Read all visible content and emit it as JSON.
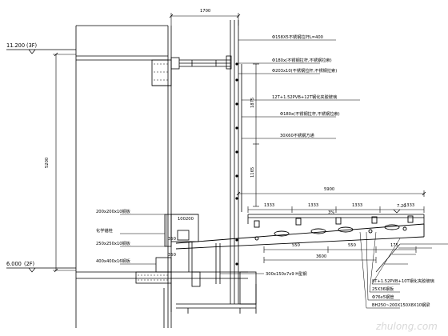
{
  "levels": {
    "upper": {
      "elevation": "11.200",
      "floor": "(3F)"
    },
    "lower": {
      "elevation": "6.000",
      "floor": "(2F)"
    }
  },
  "dimensions": {
    "top_width": "1700",
    "left_height": "5200",
    "vertical_1": "1875",
    "vertical_2": "1165",
    "canopy_span": "5900",
    "seg_1": "1333",
    "seg_2": "1333",
    "seg_3": "1333",
    "seg_4": "1333",
    "slope": "3%",
    "elev_tag": "7.20",
    "bay_1": "550",
    "bay_2": "550",
    "bay_3": "175",
    "bay_total": "3600",
    "pad_a": "100",
    "pad_b": "200",
    "pad_c": "350",
    "pad_d": "350"
  },
  "callouts": {
    "c1": "Φ158X5不锈钢拉杆L=400",
    "c2": "Φ180x(不锈钢拉杆,不锈钢拉索)",
    "c3": "Φ203x10(不锈钢拉杆,不锈钢拉索)",
    "c4": "12T+1.52PVB+12T钢化夹胶玻璃",
    "c5": "Φ180x(不锈钢拉杆,不锈钢拉索)",
    "c6": "30X60不锈钢方通",
    "left_1": "200x200x10钢板",
    "left_2": "化学锚栓",
    "left_3": "250x250x10钢板",
    "left_4": "400x400x16钢板",
    "beam": "300x150x7x9 H型钢",
    "r1": "8T+1.52PVB+10T钢化夹胶玻璃",
    "r2": "25X36钢板",
    "r3": "Φ76x5钢管",
    "r4": "BH250~200X150X8X10钢梁"
  },
  "watermark": "zhulong.com"
}
